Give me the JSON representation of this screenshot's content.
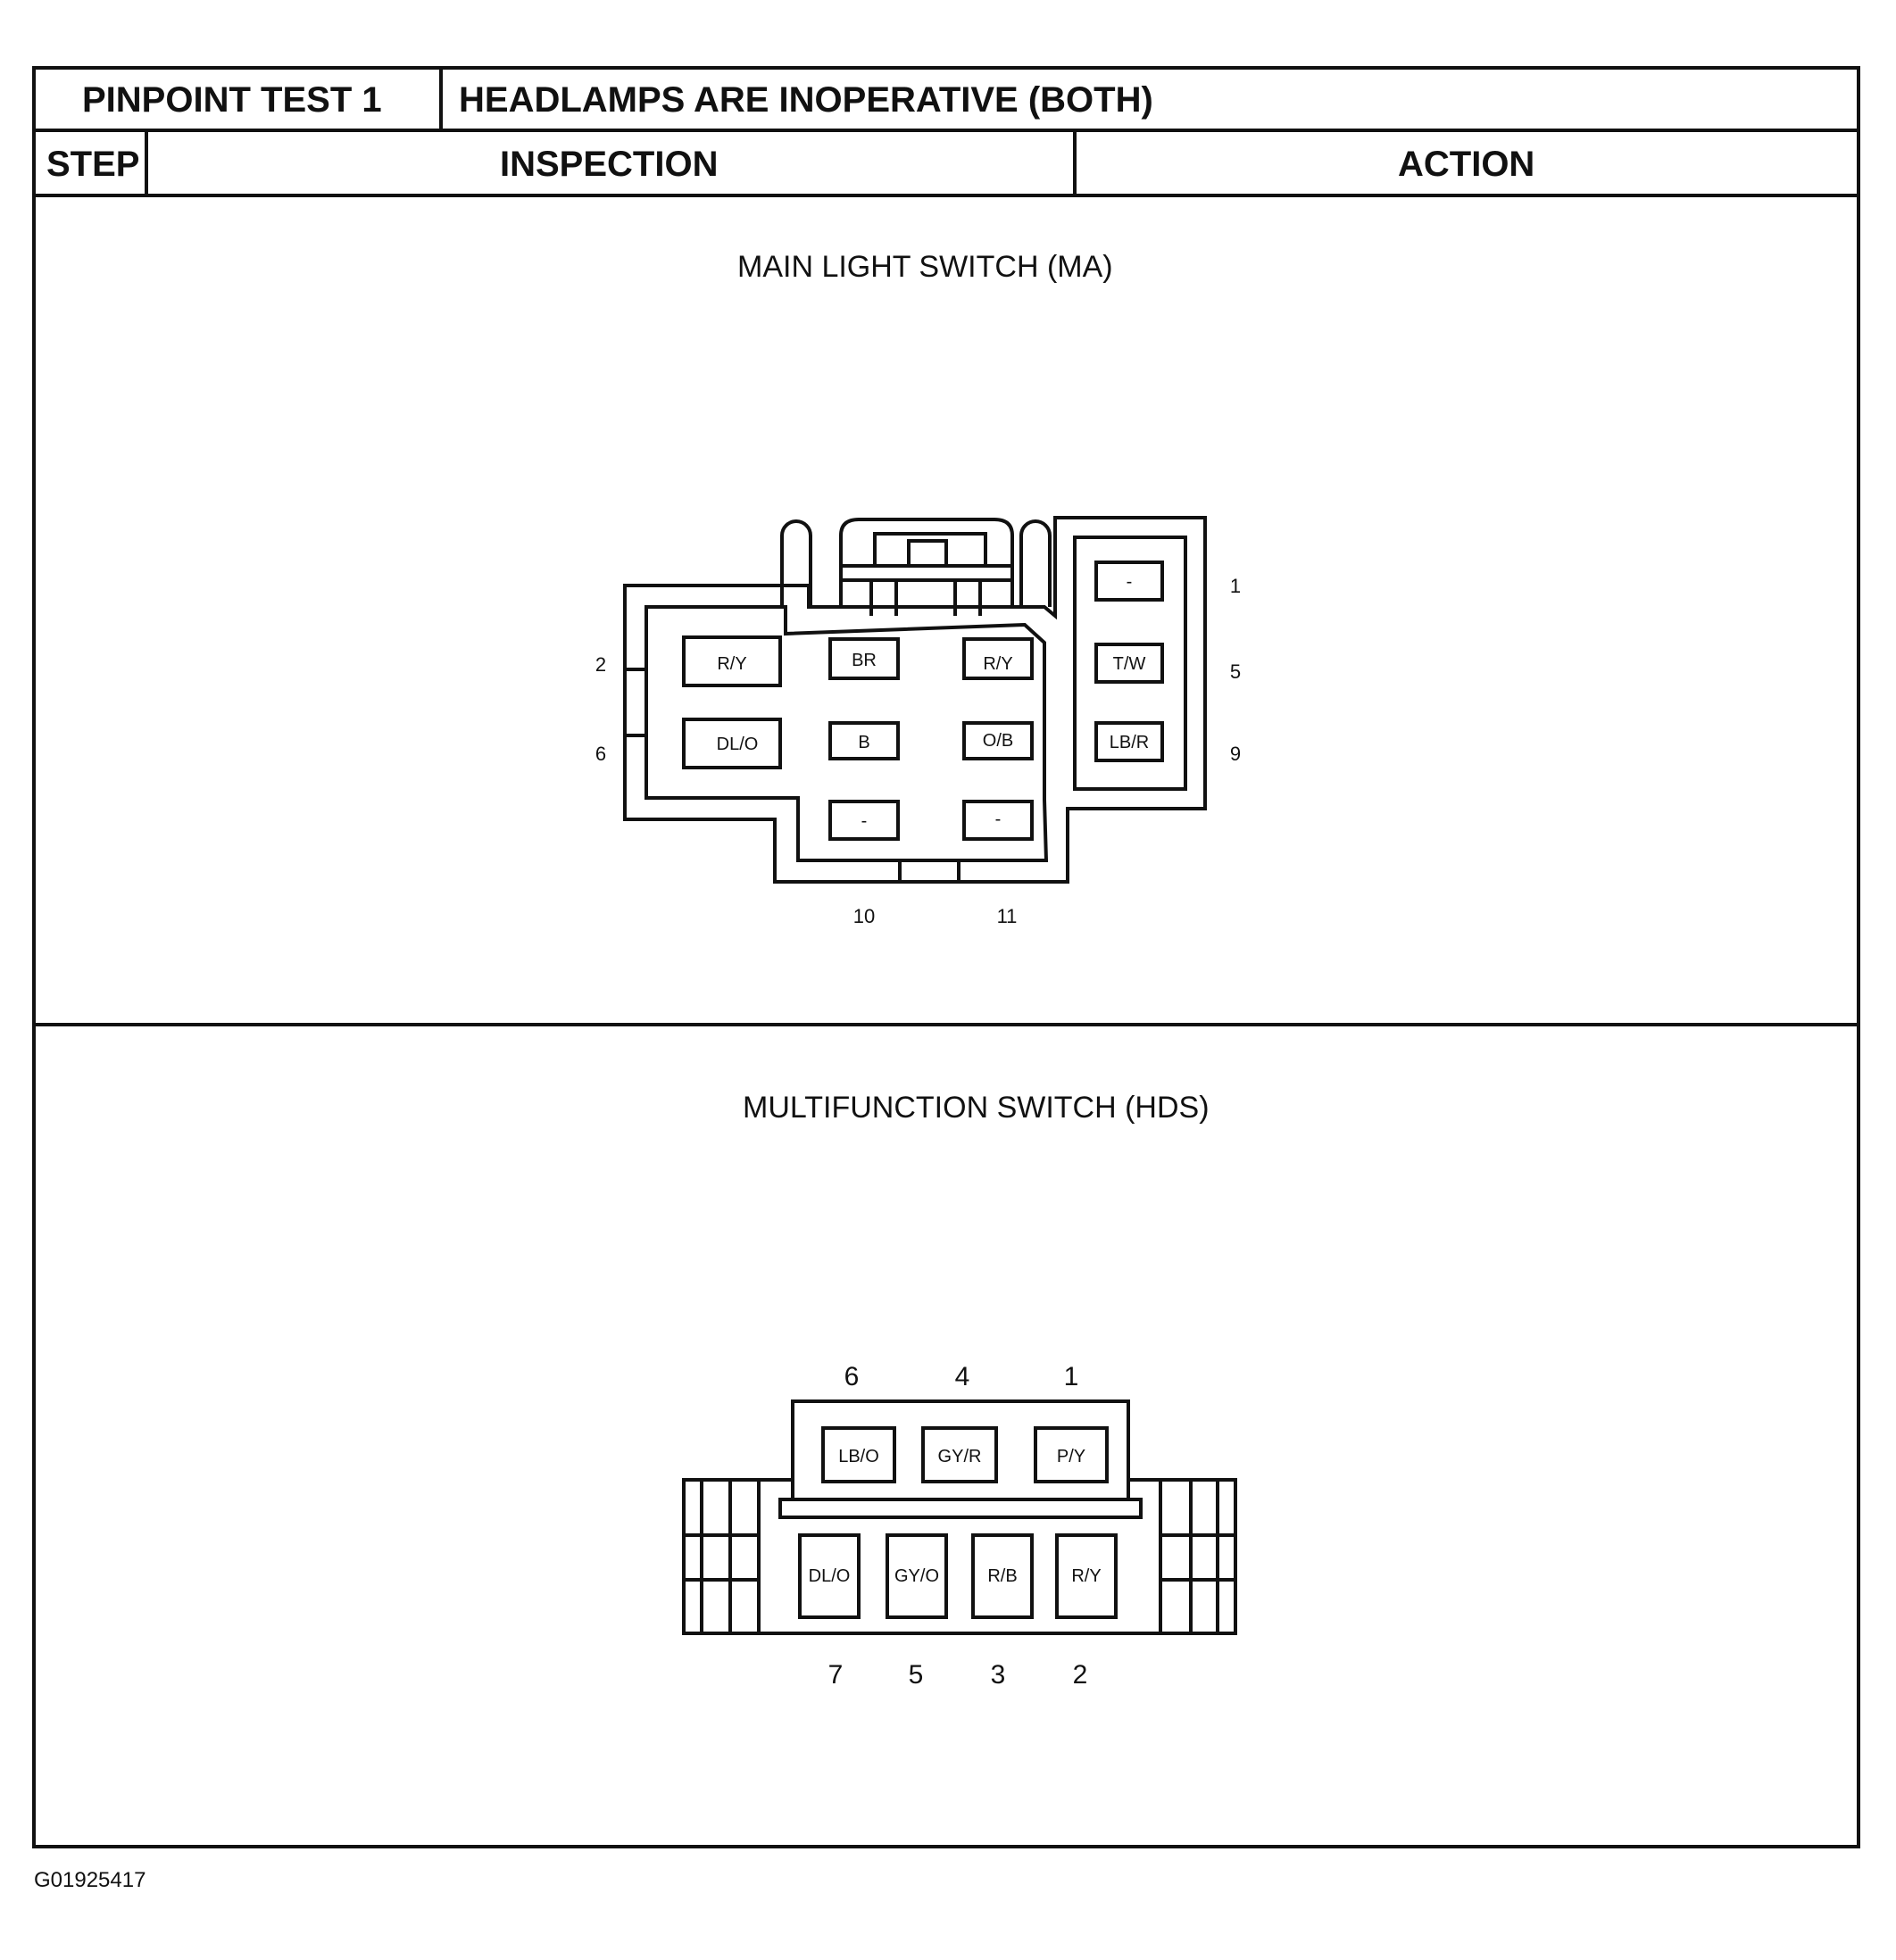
{
  "header": {
    "test_label": "PINPOINT TEST 1",
    "test_title": "HEADLAMPS ARE INOPERATIVE (BOTH)",
    "col_step": "STEP",
    "col_inspection": "INSPECTION",
    "col_action": "ACTION"
  },
  "main_light_switch": {
    "title": "MAIN LIGHT SWITCH (MA)",
    "pins": [
      {
        "pin": "",
        "wire": "R/Y"
      },
      {
        "pin": "",
        "wire": "BR"
      },
      {
        "pin": "",
        "wire": "R/Y"
      },
      {
        "pin": "",
        "wire": "DL/O"
      },
      {
        "pin": "",
        "wire": "B"
      },
      {
        "pin": "",
        "wire": "O/B"
      },
      {
        "pin": "",
        "wire": "-"
      },
      {
        "pin": "",
        "wire": "-"
      },
      {
        "pin": "",
        "wire": "-"
      },
      {
        "pin": "",
        "wire": "T/W"
      },
      {
        "pin": "",
        "wire": "LB/R"
      }
    ],
    "pin_numbers": [
      "1",
      "2",
      "5",
      "6",
      "9",
      "10",
      "11"
    ]
  },
  "multifunction_switch": {
    "title": "MULTIFUNCTION SWITCH (HDS)",
    "top_row": [
      {
        "pin": "6",
        "wire": "LB/O"
      },
      {
        "pin": "4",
        "wire": "GY/R"
      },
      {
        "pin": "1",
        "wire": "P/Y"
      }
    ],
    "bottom_row": [
      {
        "pin": "7",
        "wire": "DL/O"
      },
      {
        "pin": "5",
        "wire": "GY/O"
      },
      {
        "pin": "3",
        "wire": "R/B"
      },
      {
        "pin": "2",
        "wire": "R/Y"
      }
    ]
  },
  "figure_id": "G01925417"
}
